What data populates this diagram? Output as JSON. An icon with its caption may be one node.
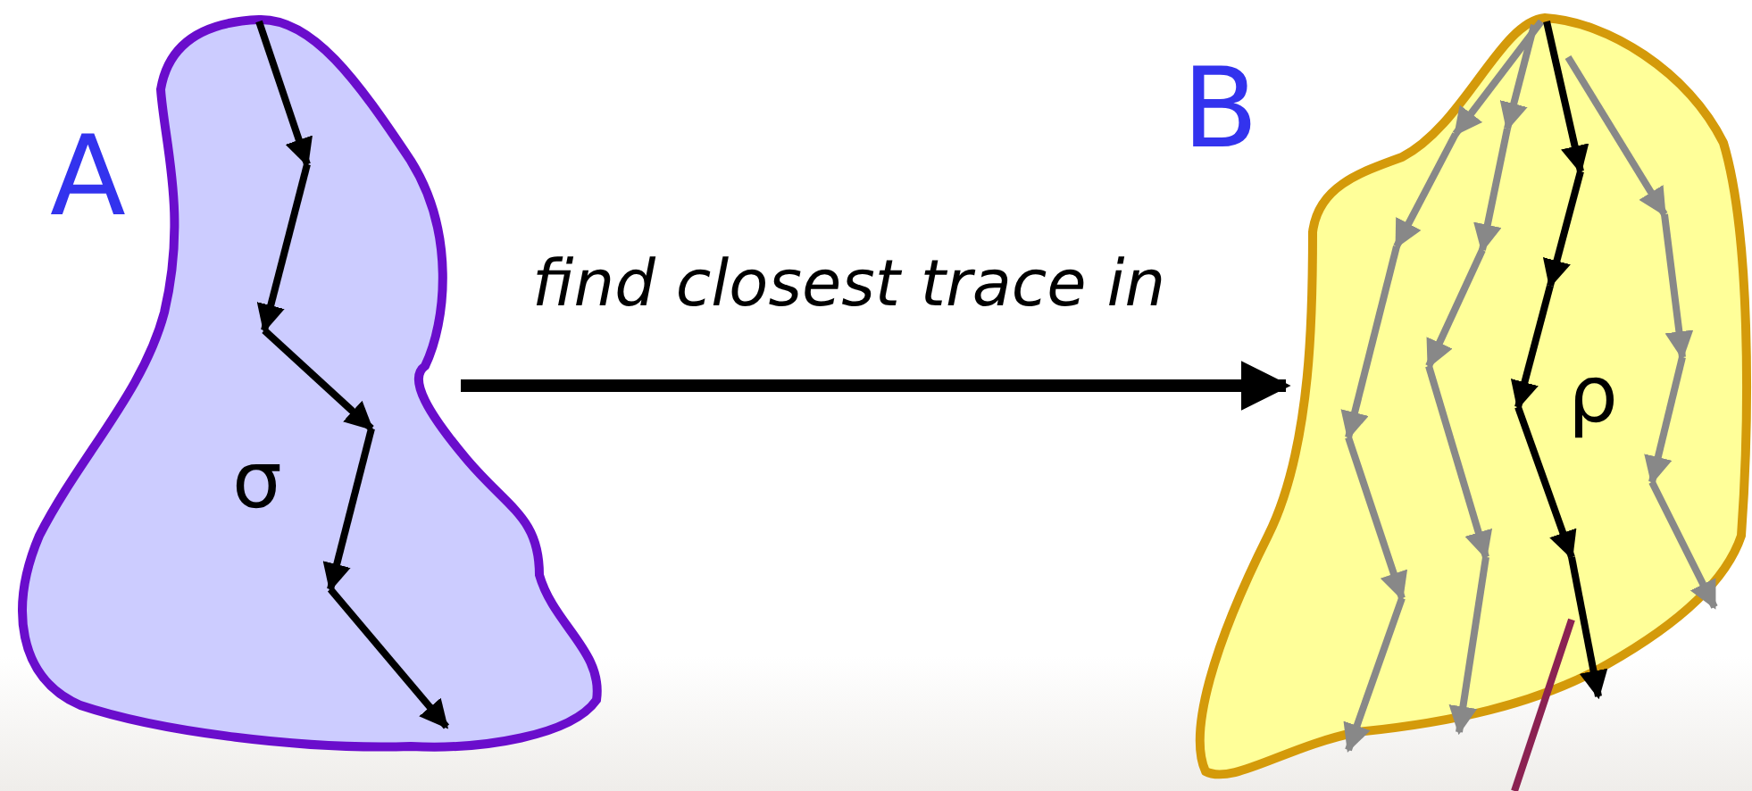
{
  "diagram": {
    "nodes": [
      {
        "text": [
          "A",
          "σ"
        ]
      },
      {
        "text": [
          "B",
          "ρ"
        ]
      }
    ],
    "edges": [
      {
        "from": 0,
        "to": 1,
        "arrow": "to",
        "label": "find closest trace in"
      },
      {
        "from": 1,
        "to": null,
        "arrow": "none",
        "color": "#8b2252"
      }
    ]
  }
}
